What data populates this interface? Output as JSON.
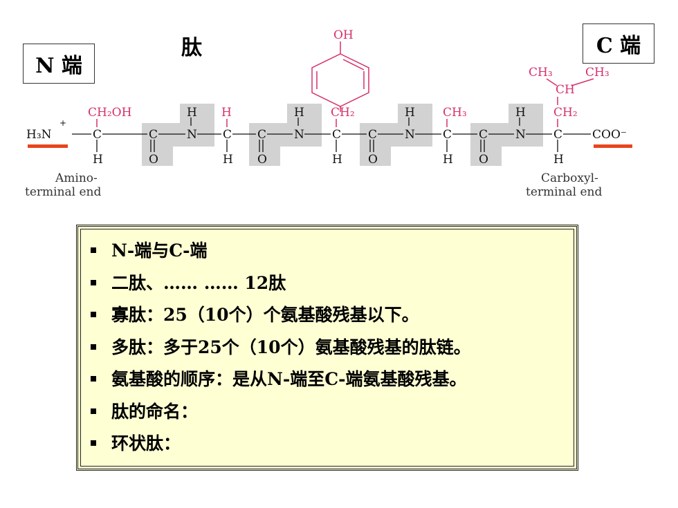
{
  "slide": {
    "title": "肽",
    "n_end_label": "N 端",
    "c_end_label": "C 端"
  },
  "structure": {
    "amino_end_label": [
      "Amino-",
      "terminal end"
    ],
    "carboxyl_end_label": [
      "Carboxyl-",
      "terminal end"
    ],
    "side_chains": [
      "CH₂OH",
      "H",
      "CH₂",
      "CH₃",
      "CH₂"
    ],
    "tyrosine_oh": "OH",
    "leucine_top": [
      "CH₃",
      "CH₃",
      "CH"
    ],
    "n_terminus": "H₃N",
    "c_terminus": "COO⁻",
    "colors": {
      "side_chain": "#d62f6b",
      "backbone": "#111111",
      "highlight": "#cfcfcf",
      "underline": "#e8451e"
    }
  },
  "bullets": [
    "N-端与C-端",
    "二肽、…… …… 12肽",
    "寡肽：25（10个）个氨基酸残基以下。",
    "多肽：多于25个（10个）氨基酸残基的肽链。",
    "氨基酸的顺序：是从N-端至C-端氨基酸残基。",
    "肽的命名：",
    "环状肽："
  ]
}
